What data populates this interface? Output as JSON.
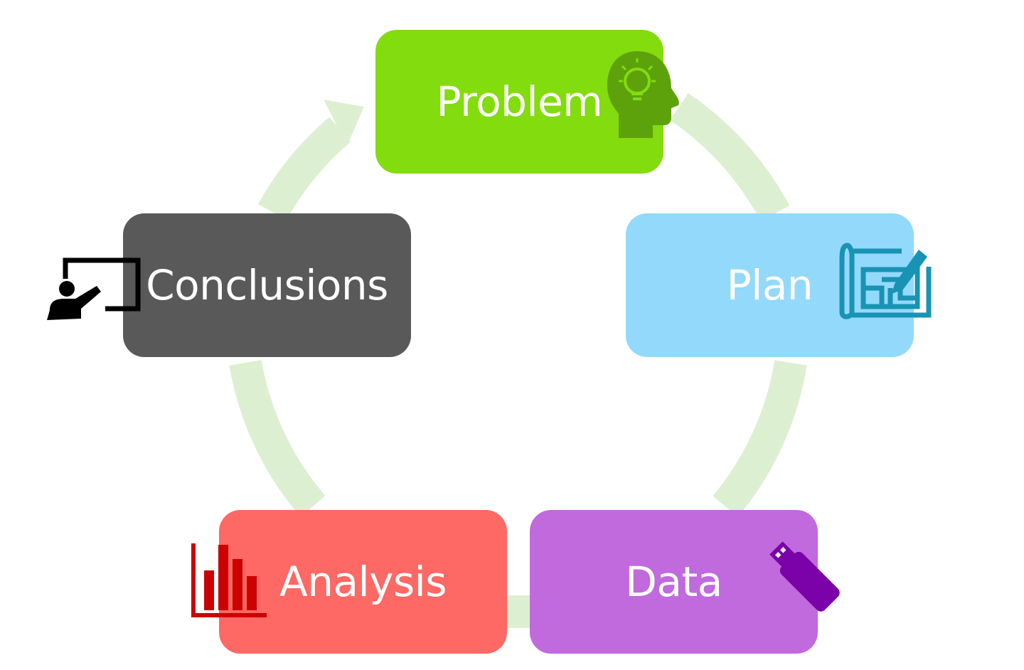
{
  "diagram": {
    "nodes": [
      {
        "id": "problem",
        "label": "Problem",
        "color": "#83dc0d",
        "icon": "head-lightbulb-icon",
        "icon_color": "#5da20a"
      },
      {
        "id": "plan",
        "label": "Plan",
        "color": "#93d9fb",
        "icon": "blueprint-pencil-icon",
        "icon_color": "#1993b3"
      },
      {
        "id": "data",
        "label": "Data",
        "color": "#c06add",
        "icon": "usb-drive-icon",
        "icon_color": "#7a02a8"
      },
      {
        "id": "analysis",
        "label": "Analysis",
        "color": "#fe6865",
        "icon": "bar-chart-icon",
        "icon_color": "#cc0000"
      },
      {
        "id": "conclusions",
        "label": "Conclusions",
        "color": "#595959",
        "icon": "presenter-board-icon",
        "icon_color": "#000000"
      }
    ],
    "cycle_ring_color": "#ddefd1",
    "flow": "clockwise"
  }
}
